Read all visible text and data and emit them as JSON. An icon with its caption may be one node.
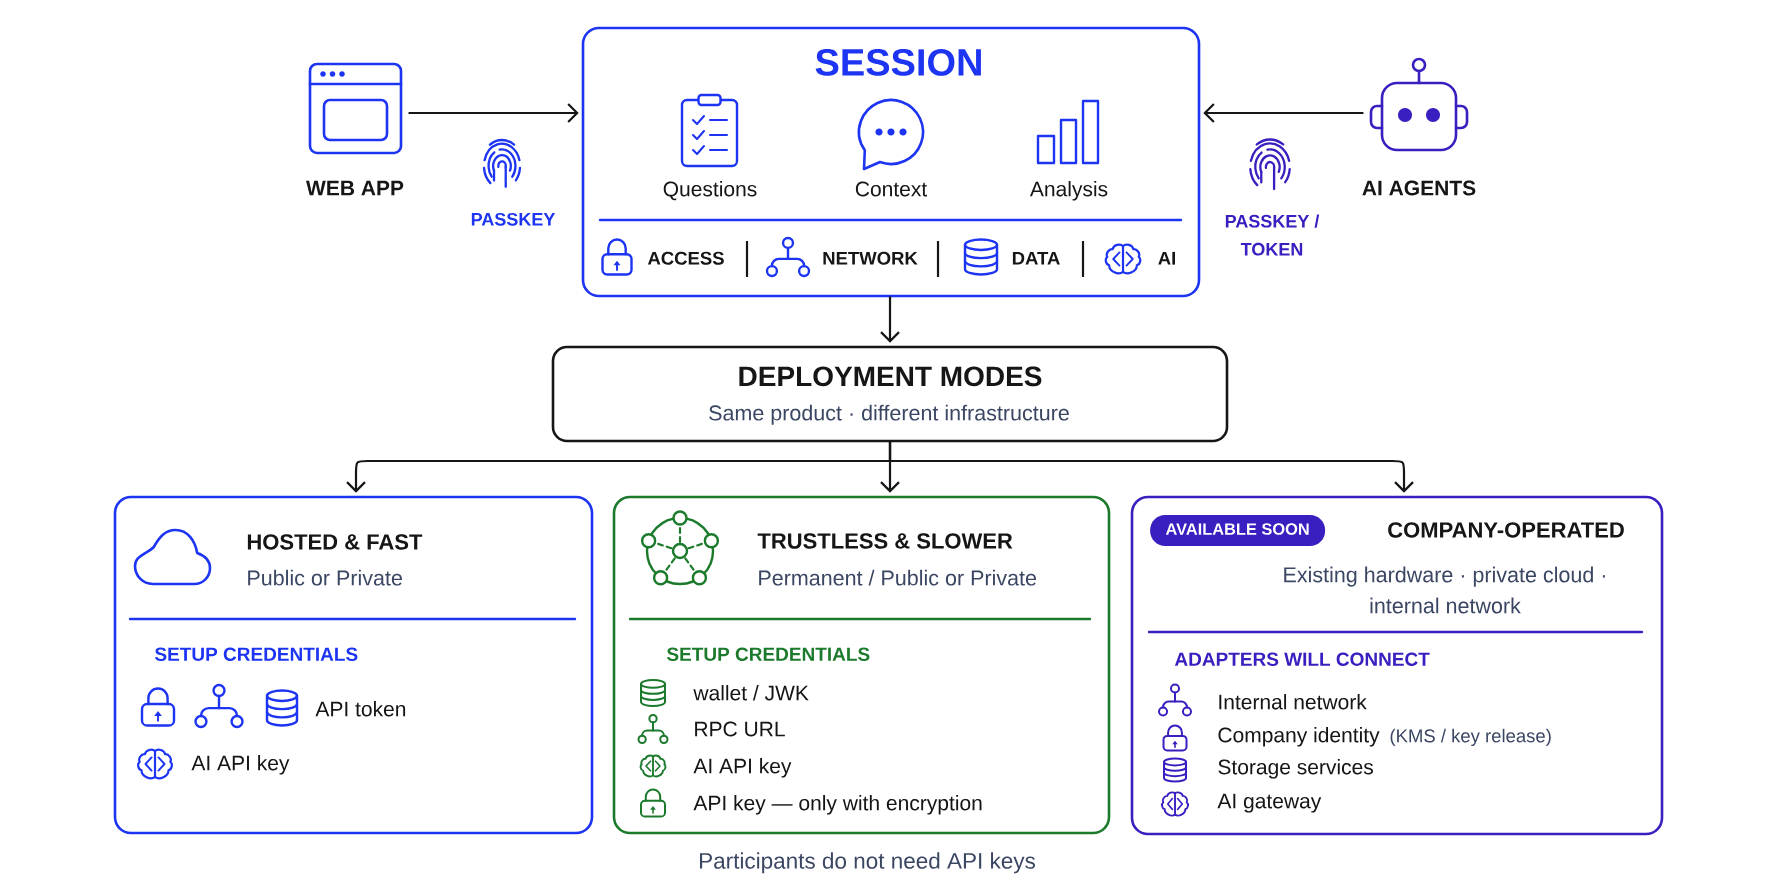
{
  "diagram": {
    "nodes": [
      {
        "text": [],
        "shape": "picture",
        "beside": [
          "WEB APP"
        ]
      },
      {
        "text": [
          "SESSION",
          "Questions",
          "Context",
          "Analysis",
          "ACCESS",
          "NETWORK",
          "DATA",
          "AI"
        ]
      },
      {
        "text": [],
        "shape": "picture",
        "beside": [
          "AI AGENTS"
        ]
      },
      {
        "text": [
          "DEPLOYMENT MODES",
          "Same product · different infrastructure"
        ]
      },
      {
        "text": [
          "HOSTED & FAST",
          "Public or Private",
          "SETUP CREDENTIALS",
          "API token",
          "AI API key"
        ]
      },
      {
        "text": [
          "TRUSTLESS & SLOWER",
          "Permanent / Public or Private",
          "SETUP CREDENTIALS",
          "wallet / JWK",
          "RPC URL",
          "AI API key",
          "API key — only with encryption"
        ],
        "beside": [
          "Participants do not need API keys"
        ]
      },
      {
        "text": [
          "COMPANY-OPERATED",
          "Existing hardware · private cloud · internal network",
          "ADAPTERS WILL CONNECT",
          "Internal network",
          "Company identity",
          "(KMS / key release)",
          "Storage services",
          "AI gateway"
        ]
      },
      {
        "text": [
          "AVAILABLE SOON"
        ],
        "in": 6
      }
    ],
    "edges": [
      {
        "from": 0,
        "to": 1,
        "arrow": "to"
      },
      {
        "from": 2,
        "to": 1,
        "arrow": "to"
      },
      {
        "from": 1,
        "to": 3,
        "arrow": "to"
      },
      {
        "from": 3,
        "to": 4,
        "arrow": "to"
      },
      {
        "from": 3,
        "to": 5,
        "arrow": "to"
      },
      {
        "from": 3,
        "to": 6,
        "arrow": "to"
      }
    ],
    "labels": [
      "PASSKEY",
      "PASSKEY / TOKEN"
    ]
  }
}
